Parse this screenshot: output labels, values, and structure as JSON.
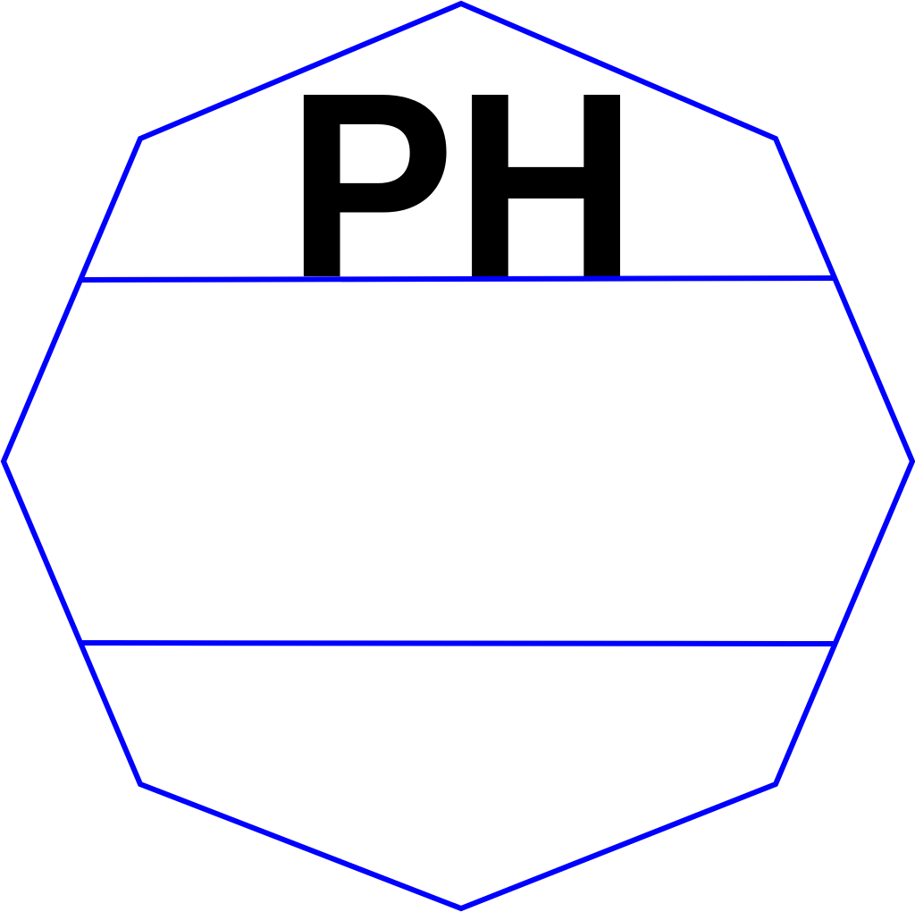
{
  "symbol": {
    "code": "PH",
    "outline_color": "#0000ff",
    "text_color": "#000000",
    "background_color": "#ffffff",
    "shape": "octagon",
    "sections": 3
  }
}
